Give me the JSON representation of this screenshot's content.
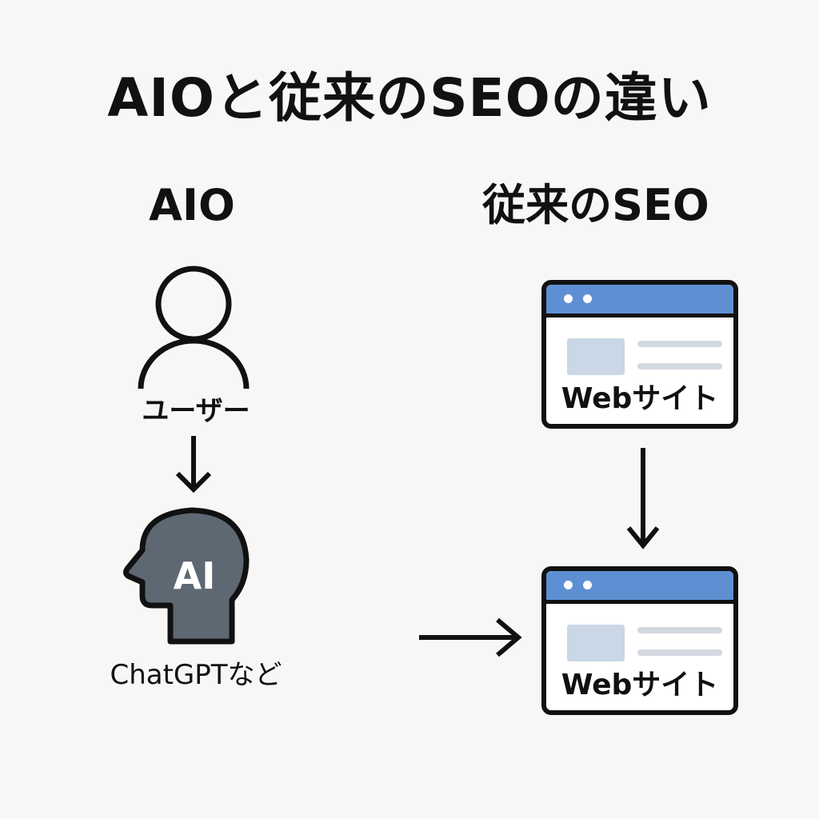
{
  "title": "AIOと従来のSEOの違い",
  "left_column": {
    "heading": "AIO",
    "user_label": "ユーザー",
    "user_icon": "person-icon",
    "ai_icon": "ai-head-icon",
    "ai_icon_text": "AI",
    "ai_label": "ChatGPTなど"
  },
  "right_column": {
    "heading": "従来のSEO",
    "website_top_label": "Webサイト",
    "website_bottom_label": "Webサイト",
    "website_icon": "browser-window-icon"
  },
  "colors": {
    "background": "#f7f7f5",
    "browser_bar": "#5f8fd3",
    "ai_head_fill": "#5e6873",
    "placeholder_image": "#c9d7e6",
    "placeholder_line": "#d3d9e0",
    "stroke": "#111111"
  }
}
